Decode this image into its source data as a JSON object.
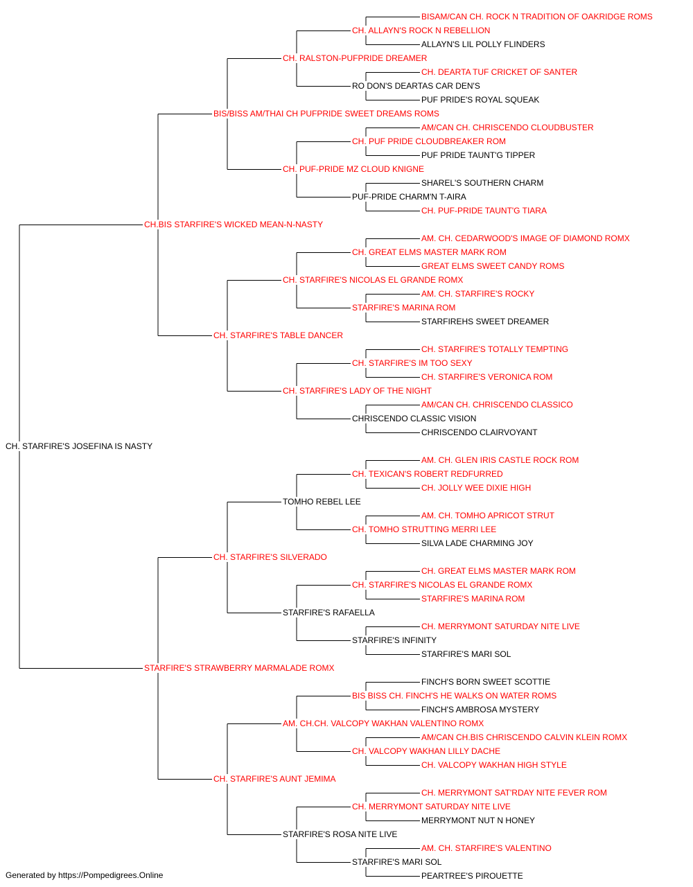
{
  "colors": {
    "champion": "#ff0000",
    "normal": "#000000",
    "lines": "#000000"
  },
  "footer": "Generated by https://Pompedigrees.Online",
  "pedigree": [
    {
      "gen": 0,
      "name": "CH. STARFIRE'S JOSEFINA IS NASTY",
      "champion": false
    },
    {
      "gen": 1,
      "name": "CH.BIS STARFIRE'S WICKED MEAN-N-NASTY",
      "champion": true
    },
    {
      "gen": 1,
      "name": "STARFIRE'S STRAWBERRY MARMALADE ROMX",
      "champion": true
    },
    {
      "gen": 2,
      "name": "BIS/BISS AM/THAI CH PUFPRIDE SWEET DREAMS ROMS",
      "champion": true
    },
    {
      "gen": 2,
      "name": "CH. STARFIRE'S TABLE DANCER",
      "champion": true
    },
    {
      "gen": 2,
      "name": "CH. STARFIRE'S SILVERADO",
      "champion": true
    },
    {
      "gen": 2,
      "name": "CH. STARFIRE'S AUNT JEMIMA",
      "champion": true
    },
    {
      "gen": 3,
      "name": "CH. RALSTON-PUFPRIDE DREAMER",
      "champion": true
    },
    {
      "gen": 3,
      "name": "CH. PUF-PRIDE MZ CLOUD KNIGNE",
      "champion": true
    },
    {
      "gen": 3,
      "name": "CH. STARFIRE'S NICOLAS EL GRANDE ROMX",
      "champion": true
    },
    {
      "gen": 3,
      "name": "CH. STARFIRE'S LADY OF THE NIGHT",
      "champion": true
    },
    {
      "gen": 3,
      "name": "TOMHO REBEL LEE",
      "champion": false
    },
    {
      "gen": 3,
      "name": "STARFIRE'S RAFAELLA",
      "champion": false
    },
    {
      "gen": 3,
      "name": "AM. CH.CH. VALCOPY WAKHAN VALENTINO ROMX",
      "champion": true
    },
    {
      "gen": 3,
      "name": "STARFIRE'S ROSA NITE LIVE",
      "champion": false
    },
    {
      "gen": 4,
      "name": "CH. ALLAYN'S ROCK N REBELLION",
      "champion": true
    },
    {
      "gen": 4,
      "name": "RO DON'S DEARTAS CAR DEN'S",
      "champion": false
    },
    {
      "gen": 4,
      "name": "CH. PUF PRIDE CLOUDBREAKER ROM",
      "champion": true
    },
    {
      "gen": 4,
      "name": "PUF-PRIDE CHARM'N T-AIRA",
      "champion": false
    },
    {
      "gen": 4,
      "name": "CH. GREAT ELMS MASTER MARK ROM",
      "champion": true
    },
    {
      "gen": 4,
      "name": "STARFIRE'S MARINA ROM",
      "champion": true
    },
    {
      "gen": 4,
      "name": "CH. STARFIRE'S IM TOO SEXY",
      "champion": true
    },
    {
      "gen": 4,
      "name": "CHRISCENDO CLASSIC VISION",
      "champion": false
    },
    {
      "gen": 4,
      "name": "CH. TEXICAN'S ROBERT REDFURRED",
      "champion": true
    },
    {
      "gen": 4,
      "name": "CH. TOMHO STRUTTING MERRI LEE",
      "champion": true
    },
    {
      "gen": 4,
      "name": "CH. STARFIRE'S NICOLAS EL GRANDE ROMX",
      "champion": true
    },
    {
      "gen": 4,
      "name": "STARFIRE'S INFINITY",
      "champion": false
    },
    {
      "gen": 4,
      "name": "BIS BISS CH. FINCH'S HE WALKS ON WATER ROMS",
      "champion": true
    },
    {
      "gen": 4,
      "name": "CH. VALCOPY WAKHAN LILLY DACHE",
      "champion": true
    },
    {
      "gen": 4,
      "name": "CH. MERRYMONT SATURDAY NITE LIVE",
      "champion": true
    },
    {
      "gen": 4,
      "name": "STARFIRE'S MARI SOL",
      "champion": false
    },
    {
      "gen": 5,
      "name": "BISAM/CAN CH. ROCK N TRADITION OF OAKRIDGE ROMS",
      "champion": true
    },
    {
      "gen": 5,
      "name": "ALLAYN'S LIL POLLY FLINDERS",
      "champion": false
    },
    {
      "gen": 5,
      "name": "CH. DEARTA TUF CRICKET OF SANTER",
      "champion": true
    },
    {
      "gen": 5,
      "name": "PUF PRIDE'S ROYAL SQUEAK",
      "champion": false
    },
    {
      "gen": 5,
      "name": "AM/CAN CH. CHRISCENDO CLOUDBUSTER",
      "champion": true
    },
    {
      "gen": 5,
      "name": "PUF PRIDE TAUNT'G TIPPER",
      "champion": false
    },
    {
      "gen": 5,
      "name": "SHAREL'S SOUTHERN CHARM",
      "champion": false
    },
    {
      "gen": 5,
      "name": "CH. PUF-PRIDE TAUNT'G TIARA",
      "champion": true
    },
    {
      "gen": 5,
      "name": "AM. CH. CEDARWOOD'S IMAGE OF DIAMOND ROMX",
      "champion": true
    },
    {
      "gen": 5,
      "name": "GREAT ELMS SWEET CANDY ROMS",
      "champion": true
    },
    {
      "gen": 5,
      "name": "AM. CH. STARFIRE'S ROCKY",
      "champion": true
    },
    {
      "gen": 5,
      "name": "STARFIREHS SWEET DREAMER",
      "champion": false
    },
    {
      "gen": 5,
      "name": "CH. STARFIRE'S TOTALLY TEMPTING",
      "champion": true
    },
    {
      "gen": 5,
      "name": "CH. STARFIRE'S VERONICA ROM",
      "champion": true
    },
    {
      "gen": 5,
      "name": "AM/CAN CH. CHRISCENDO CLASSICO",
      "champion": true
    },
    {
      "gen": 5,
      "name": "CHRISCENDO CLAIRVOYANT",
      "champion": false
    },
    {
      "gen": 5,
      "name": "AM. CH. GLEN IRIS CASTLE ROCK ROM",
      "champion": true
    },
    {
      "gen": 5,
      "name": "CH. JOLLY WEE DIXIE HIGH",
      "champion": true
    },
    {
      "gen": 5,
      "name": "AM. CH. TOMHO APRICOT STRUT",
      "champion": true
    },
    {
      "gen": 5,
      "name": "SILVA LADE CHARMING JOY",
      "champion": false
    },
    {
      "gen": 5,
      "name": "CH. GREAT ELMS MASTER MARK ROM",
      "champion": true
    },
    {
      "gen": 5,
      "name": "STARFIRE'S MARINA ROM",
      "champion": true
    },
    {
      "gen": 5,
      "name": "CH. MERRYMONT SATURDAY NITE LIVE",
      "champion": true
    },
    {
      "gen": 5,
      "name": "STARFIRE'S MARI SOL",
      "champion": false
    },
    {
      "gen": 5,
      "name": "FINCH'S BORN SWEET SCOTTIE",
      "champion": false
    },
    {
      "gen": 5,
      "name": "FINCH'S AMBROSA MYSTERY",
      "champion": false
    },
    {
      "gen": 5,
      "name": "AM/CAN CH.BIS CHRISCENDO CALVIN KLEIN ROMX",
      "champion": true
    },
    {
      "gen": 5,
      "name": "CH. VALCOPY WAKHAN HIGH STYLE",
      "champion": true
    },
    {
      "gen": 5,
      "name": "CH. MERRYMONT SAT'RDAY NITE FEVER ROM",
      "champion": true
    },
    {
      "gen": 5,
      "name": "MERRYMONT NUT N HONEY",
      "champion": false
    },
    {
      "gen": 5,
      "name": "AM. CH. STARFIRE'S VALENTINO",
      "champion": true
    },
    {
      "gen": 5,
      "name": "PEARTREE'S PIROUETTE",
      "champion": false
    }
  ]
}
